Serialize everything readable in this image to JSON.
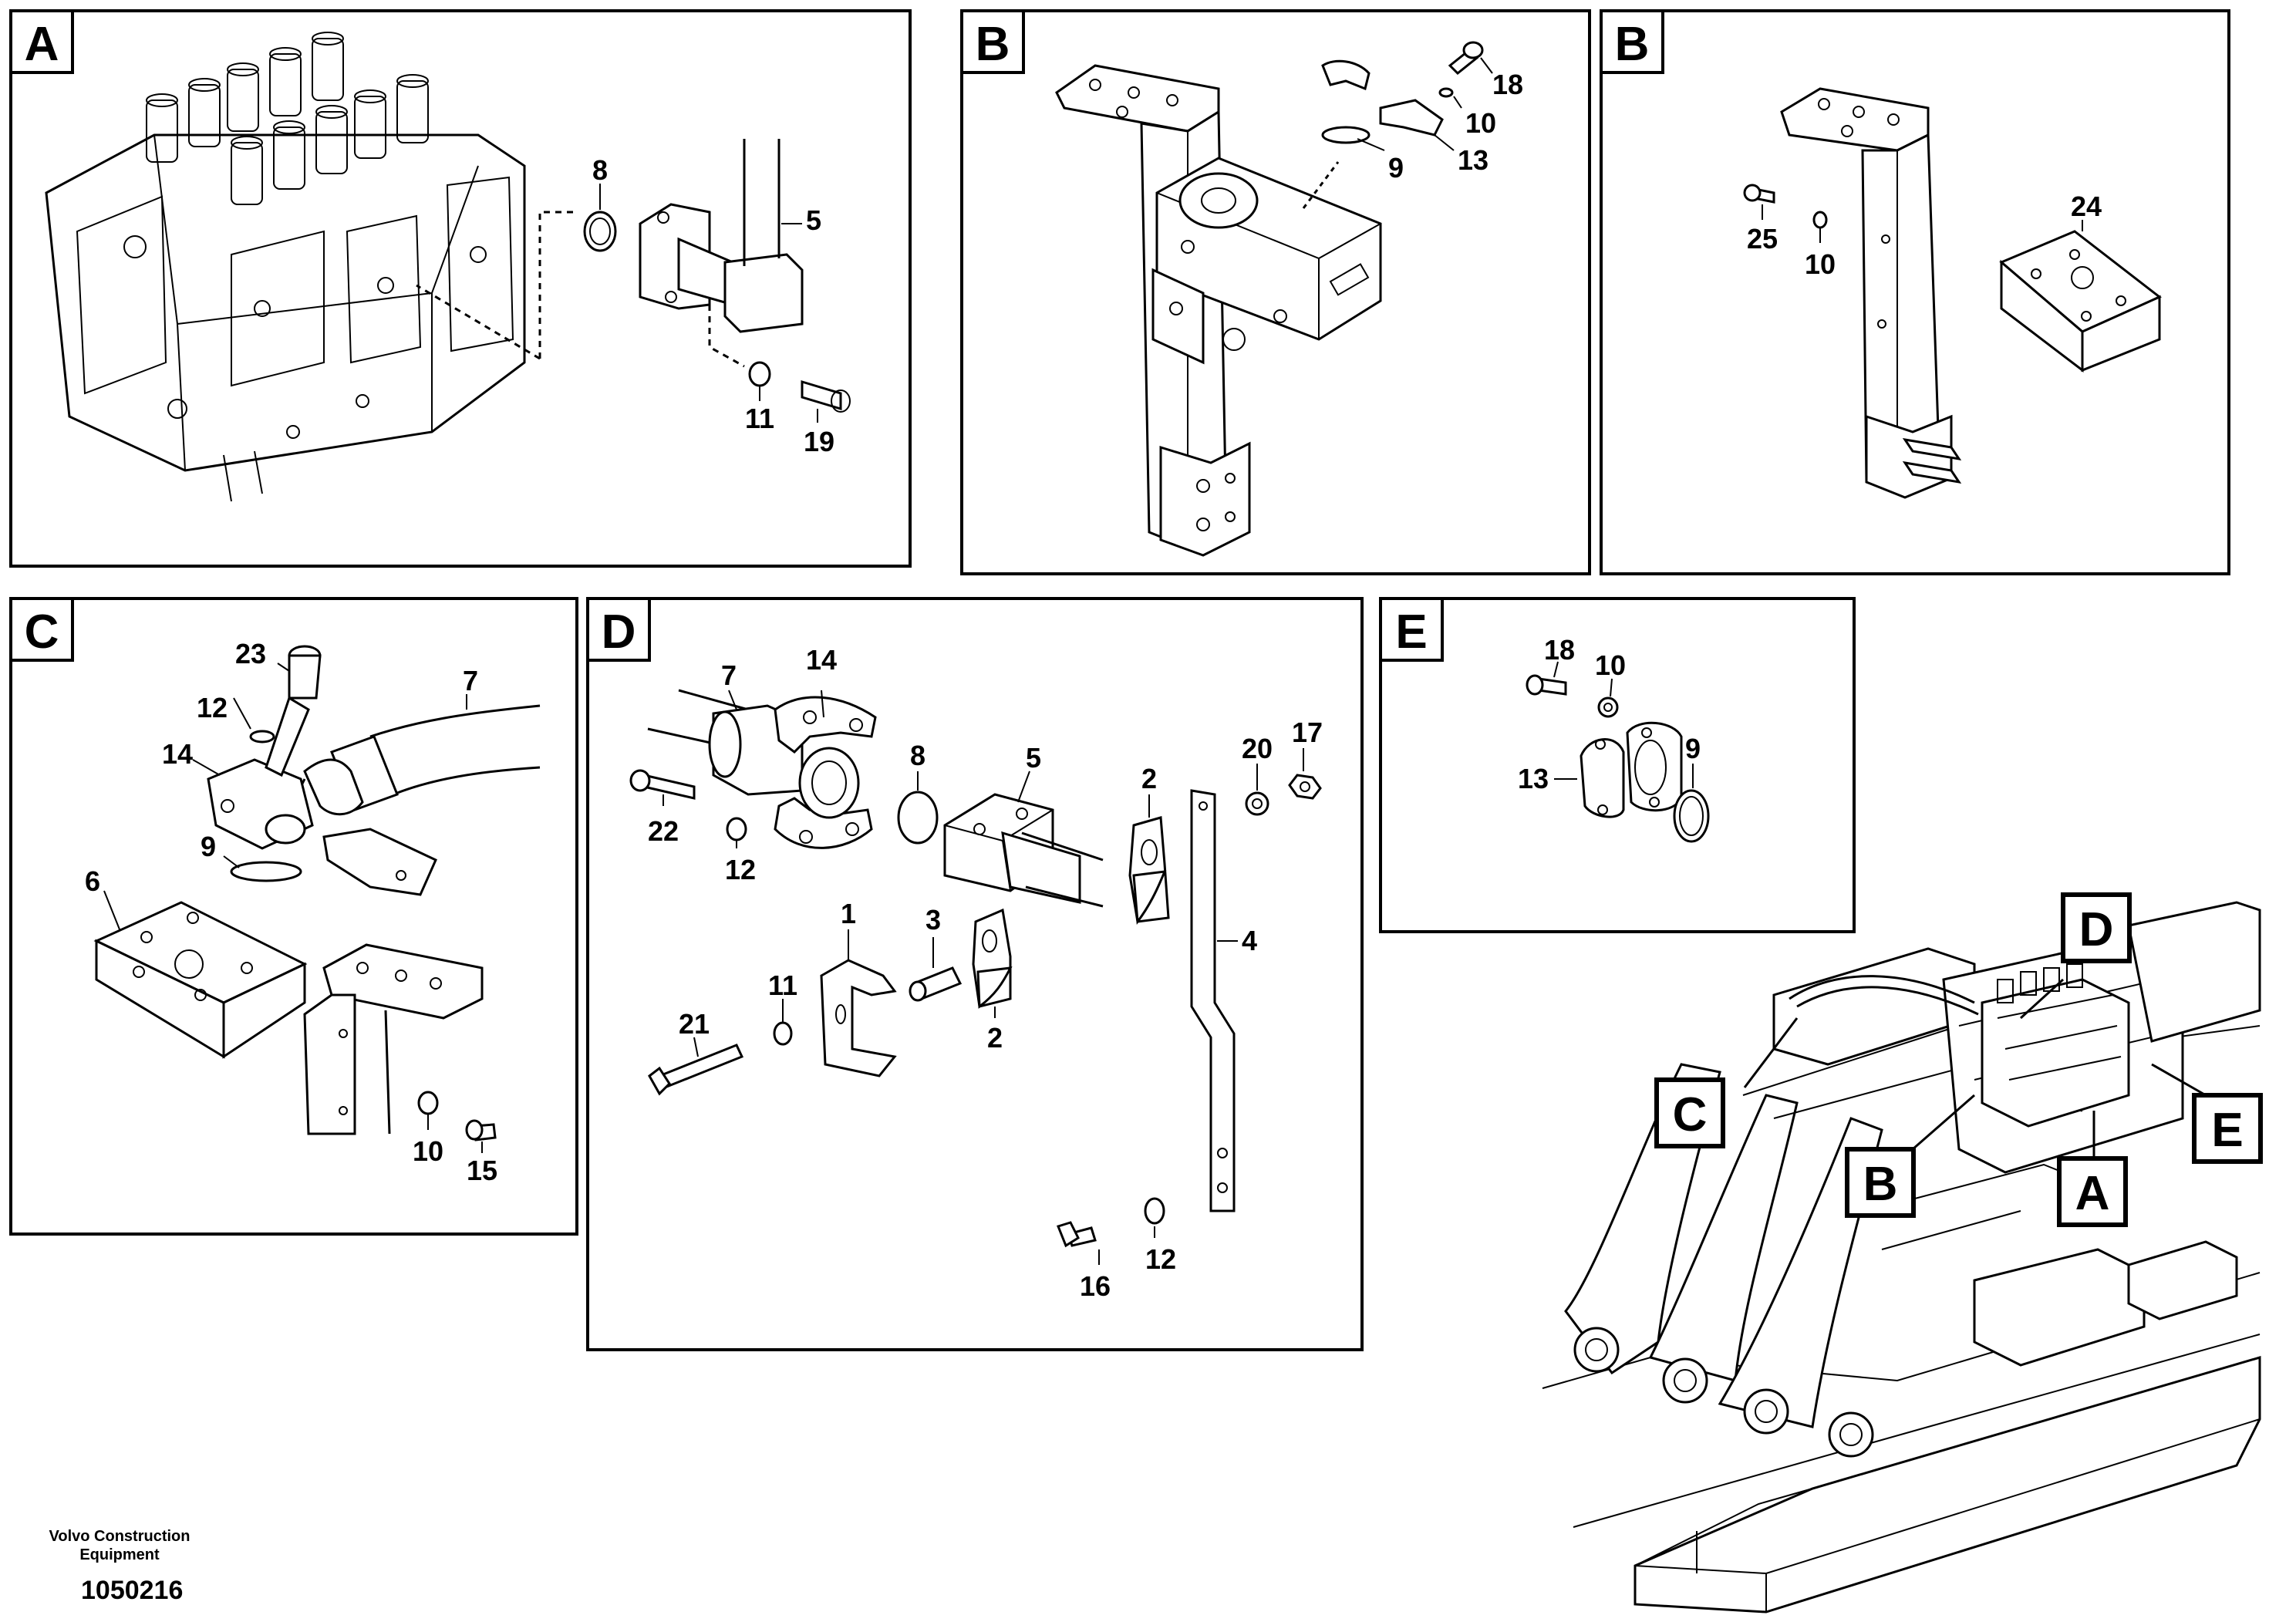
{
  "panels": [
    {
      "id": "A",
      "label": "A",
      "callouts": [
        "8",
        "5",
        "11",
        "19"
      ]
    },
    {
      "id": "B1",
      "label": "B",
      "callouts": [
        "18",
        "10",
        "9",
        "13"
      ]
    },
    {
      "id": "B2",
      "label": "B",
      "callouts": [
        "24",
        "25",
        "10"
      ]
    },
    {
      "id": "C",
      "label": "C",
      "callouts": [
        "23",
        "7",
        "12",
        "14",
        "9",
        "6",
        "10",
        "15"
      ]
    },
    {
      "id": "D",
      "label": "D",
      "callouts": [
        "7",
        "14",
        "8",
        "5",
        "2",
        "20",
        "17",
        "22",
        "12",
        "1",
        "3",
        "4",
        "11",
        "21",
        "2",
        "12",
        "16"
      ]
    },
    {
      "id": "E",
      "label": "E",
      "callouts": [
        "18",
        "10",
        "13",
        "9"
      ]
    }
  ],
  "overview": {
    "labels": [
      "D",
      "C",
      "B",
      "A",
      "E"
    ]
  },
  "footer": {
    "brand_line1": "Volvo Construction",
    "brand_line2": "Equipment",
    "drawing_number": "1050216"
  }
}
